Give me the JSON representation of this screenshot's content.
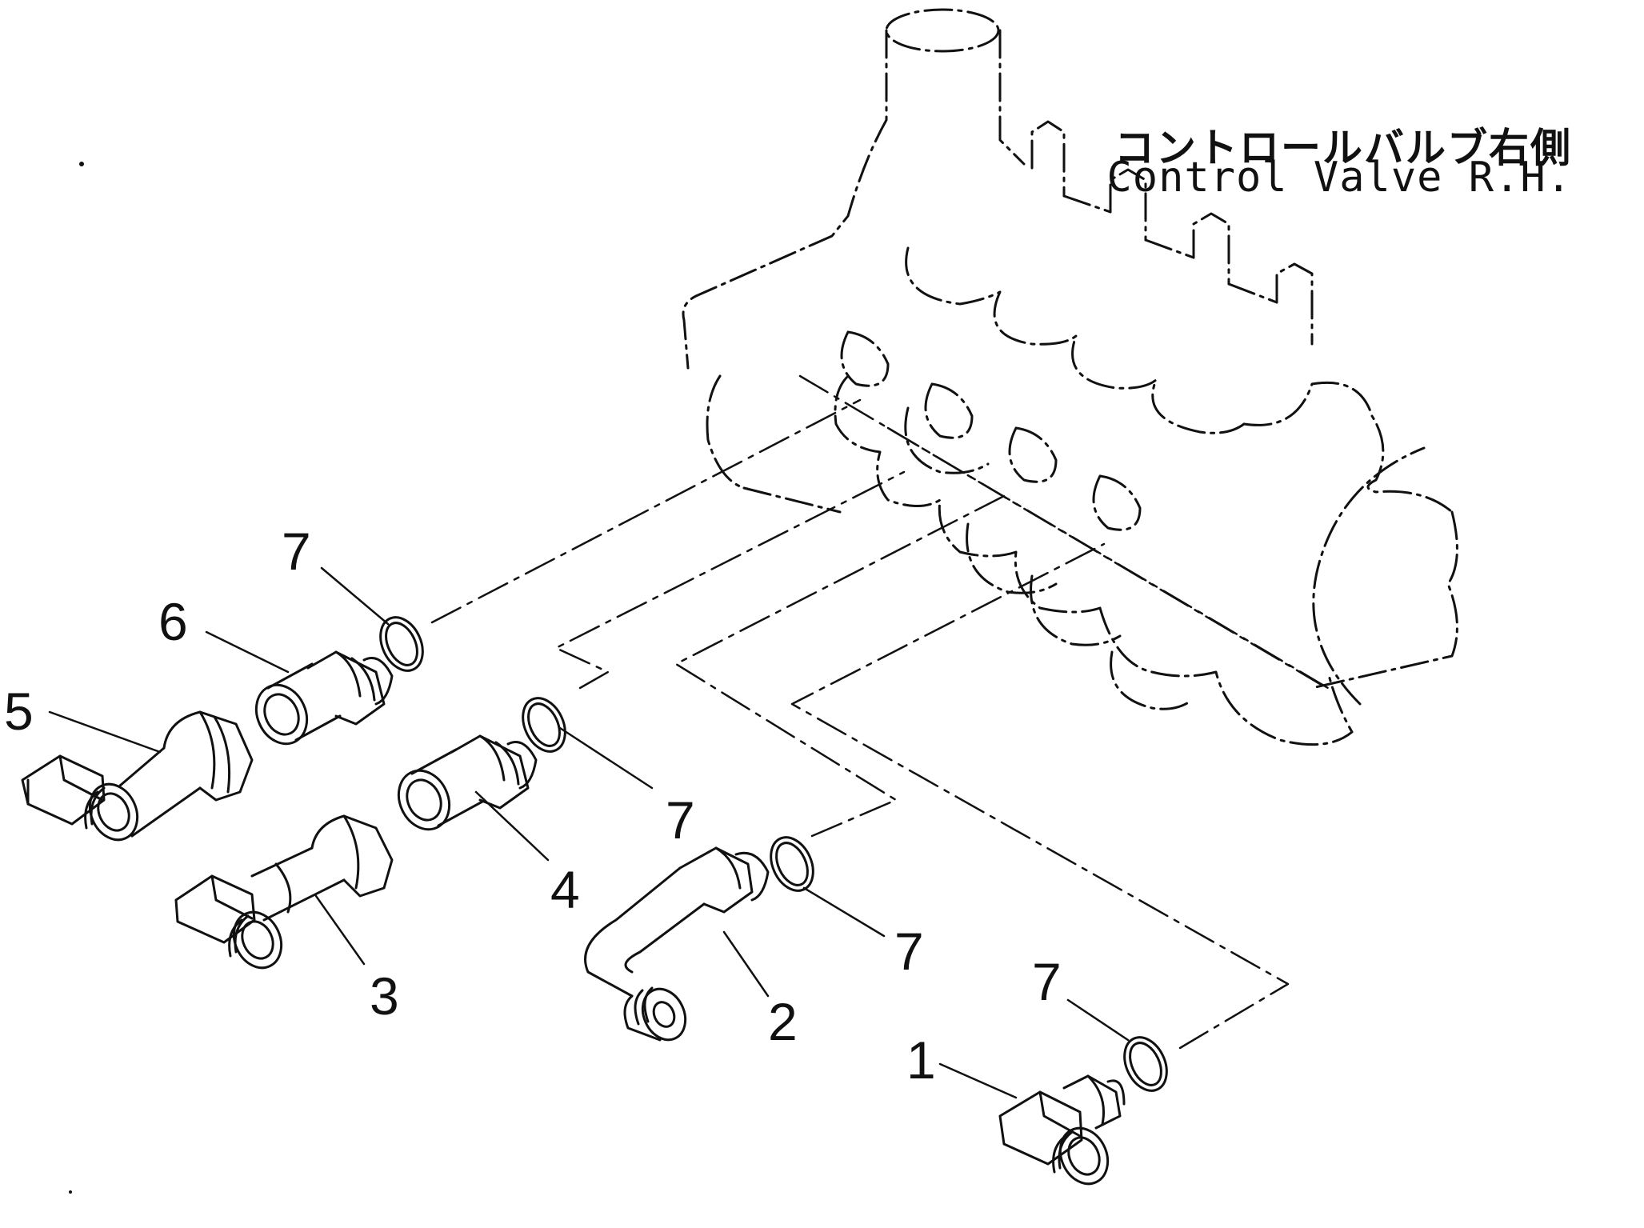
{
  "caption": {
    "japanese": "コントロールバルブ右側",
    "english": "Control Valve R.H."
  },
  "callouts": [
    {
      "id": "c1",
      "label": "1"
    },
    {
      "id": "c2",
      "label": "2"
    },
    {
      "id": "c3",
      "label": "3"
    },
    {
      "id": "c4",
      "label": "4"
    },
    {
      "id": "c5",
      "label": "5"
    },
    {
      "id": "c6",
      "label": "6"
    },
    {
      "id": "c7a",
      "label": "7"
    },
    {
      "id": "c7b",
      "label": "7"
    },
    {
      "id": "c7c",
      "label": "7"
    },
    {
      "id": "c7d",
      "label": "7"
    }
  ],
  "colors": {
    "ink": "#111111",
    "paper": "#ffffff"
  }
}
